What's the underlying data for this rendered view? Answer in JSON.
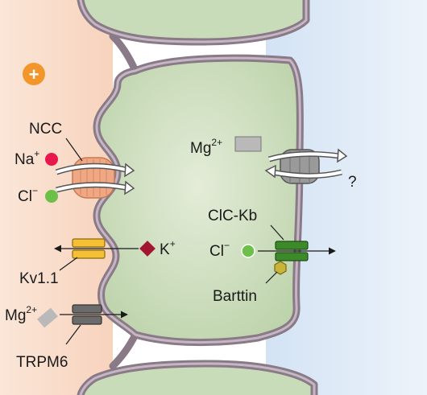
{
  "colors": {
    "lumen_left": "#fce3d2",
    "lumen_right": "#dde9f6",
    "cell": "#c9dcb9",
    "membrane": "#8a7a88",
    "membrane_light": "#c4b7c3",
    "ncc": "#f0a884",
    "kv": "#f5c034",
    "trpm6": "#6b6b6b",
    "mg_channel": "#9a9a9a",
    "clc": "#3c8a2a",
    "barttin": "#c9b43a",
    "na": "#e8174d",
    "cl": "#6cc04a",
    "k": "#a3152e",
    "mg": "#b9b9b9",
    "plus_badge": "#f2962b"
  },
  "badge": {
    "symbol": "+",
    "icon": "plus-badge-icon"
  },
  "labels": {
    "ncc": "NCC",
    "na_base": "Na",
    "na_sup": "+",
    "cl_left_base": "Cl",
    "cl_left_sup": "−",
    "k_base": "K",
    "k_sup": "+",
    "kv": "Kv1.1",
    "mg_left_base": "Mg",
    "mg_left_sup": "2+",
    "trpm6": "TRPM6",
    "mg_right_base": "Mg",
    "mg_right_sup": "2+",
    "question": "?",
    "clckb": "ClC-Kb",
    "cl_right_base": "Cl",
    "cl_right_sup": "−",
    "barttin": "Barttin"
  }
}
